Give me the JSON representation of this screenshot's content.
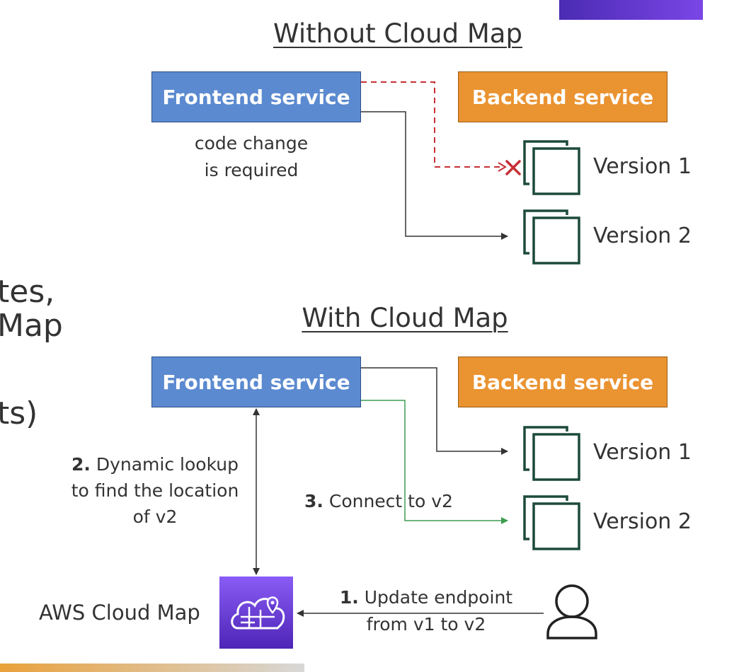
{
  "left_fragments": [
    "tes,",
    "Map",
    "ts)"
  ],
  "top": {
    "title": "Without Cloud Map",
    "frontend": "Frontend service",
    "backend": "Backend service",
    "note_line1": "code change",
    "note_line2": "is required",
    "version1": "Version 1",
    "version2": "Version 2"
  },
  "bottom": {
    "title": "With Cloud Map",
    "frontend": "Frontend service",
    "backend": "Backend service",
    "version1": "Version 1",
    "version2": "Version 2",
    "step2_num": "2.",
    "step2_line1": "Dynamic lookup",
    "step2_line2": "to find the location",
    "step2_line3": "of v2",
    "step3_num": "3.",
    "step3_text": "Connect to v2",
    "step1_num": "1.",
    "step1_line1": "Update endpoint",
    "step1_line2": "from v1 to v2",
    "cloudmap_label": "AWS Cloud Map"
  },
  "colors": {
    "frontend": "#5b8ad0",
    "backend": "#ea9331",
    "failed_arrow": "#c62f35",
    "success_arrow": "#3d9e51",
    "container_icon": "#1c4a3a",
    "cloudmap_gradient_top": "#8a5cf6",
    "cloudmap_gradient_bottom": "#4d25b6"
  },
  "icons": [
    "container-icon",
    "cross-icon",
    "cloud-map-icon",
    "user-icon"
  ]
}
